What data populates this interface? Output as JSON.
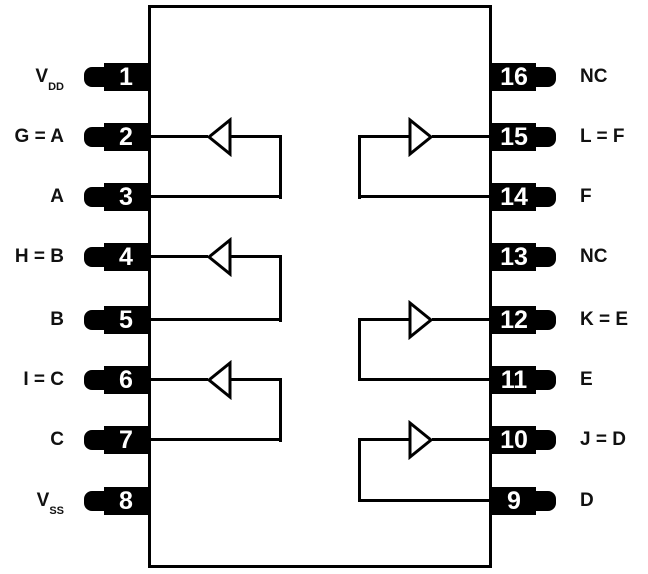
{
  "colors": {
    "line": "#000000",
    "pin_fill": "#000000",
    "pin_number_text": "#ffffff",
    "label_text": "#111111",
    "background": "#ffffff"
  },
  "pins": {
    "left": [
      {
        "number": "1",
        "label_main": "V",
        "label_sub": "DD"
      },
      {
        "number": "2",
        "label_main": "G = A",
        "label_sub": ""
      },
      {
        "number": "3",
        "label_main": "A",
        "label_sub": ""
      },
      {
        "number": "4",
        "label_main": "H = B",
        "label_sub": ""
      },
      {
        "number": "5",
        "label_main": "B",
        "label_sub": ""
      },
      {
        "number": "6",
        "label_main": "I = C",
        "label_sub": ""
      },
      {
        "number": "7",
        "label_main": "C",
        "label_sub": ""
      },
      {
        "number": "8",
        "label_main": "V",
        "label_sub": "SS"
      }
    ],
    "right": [
      {
        "number": "16",
        "label_main": "NC",
        "label_sub": ""
      },
      {
        "number": "15",
        "label_main": "L = F",
        "label_sub": ""
      },
      {
        "number": "14",
        "label_main": "F",
        "label_sub": ""
      },
      {
        "number": "13",
        "label_main": "NC",
        "label_sub": ""
      },
      {
        "number": "12",
        "label_main": "K = E",
        "label_sub": ""
      },
      {
        "number": "11",
        "label_main": "E",
        "label_sub": ""
      },
      {
        "number": "10",
        "label_main": "J = D",
        "label_sub": ""
      },
      {
        "number": "9",
        "label_main": "D",
        "label_sub": ""
      }
    ]
  },
  "buffers": {
    "left_side": [
      {
        "direction": "left",
        "output_pin": "2",
        "input_pin": "3"
      },
      {
        "direction": "left",
        "output_pin": "4",
        "input_pin": "5"
      },
      {
        "direction": "left",
        "output_pin": "6",
        "input_pin": "7"
      }
    ],
    "right_side": [
      {
        "direction": "right",
        "output_pin": "15",
        "input_pin": "14"
      },
      {
        "direction": "right",
        "output_pin": "12",
        "input_pin": "11"
      },
      {
        "direction": "right",
        "output_pin": "10",
        "input_pin": "9"
      }
    ]
  }
}
